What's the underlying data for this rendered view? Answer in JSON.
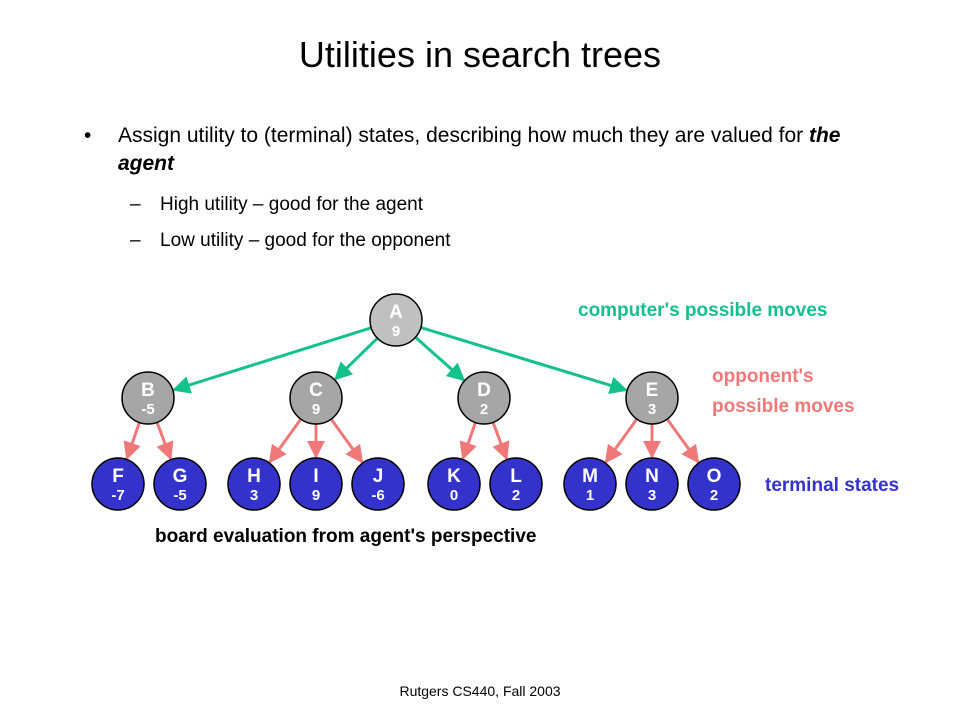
{
  "slide": {
    "title": "Utilities in search trees",
    "bullet_marker": "•",
    "bullet_text": "Assign utility to (terminal) states, describing how much they are valued for ",
    "bullet_emph": "the agent",
    "sub_marker": "–",
    "sub_items": [
      "High utility – good for the agent",
      "Low utility – good for the opponent"
    ],
    "footer": "Rutgers CS440, Fall 2003"
  },
  "tree": {
    "colors": {
      "root_fill": "#c0c0c0",
      "opponent_fill": "#a6a6a6",
      "terminal_fill": "#3333cc",
      "computer_edge": "#14c08c",
      "opponent_edge": "#f07878",
      "computer_label": "#14c08c",
      "opponent_label": "#f07878",
      "terminal_label": "#3333cc"
    },
    "root": {
      "label": "A",
      "value": "9"
    },
    "opponent_nodes": [
      {
        "label": "B",
        "value": "-5"
      },
      {
        "label": "C",
        "value": "9"
      },
      {
        "label": "D",
        "value": "2"
      },
      {
        "label": "E",
        "value": "3"
      }
    ],
    "terminal_nodes": [
      {
        "label": "F",
        "value": "-7",
        "parent": "B"
      },
      {
        "label": "G",
        "value": "-5",
        "parent": "B"
      },
      {
        "label": "H",
        "value": "3",
        "parent": "C"
      },
      {
        "label": "I",
        "value": "9",
        "parent": "C"
      },
      {
        "label": "J",
        "value": "-6",
        "parent": "C"
      },
      {
        "label": "K",
        "value": "0",
        "parent": "D"
      },
      {
        "label": "L",
        "value": "2",
        "parent": "D"
      },
      {
        "label": "M",
        "value": "1",
        "parent": "E"
      },
      {
        "label": "N",
        "value": "3",
        "parent": "E"
      },
      {
        "label": "O",
        "value": "2",
        "parent": "E"
      }
    ],
    "labels": {
      "computer_moves": "computer's possible moves",
      "opponent_moves_line1": "opponent's",
      "opponent_moves_line2": "possible moves",
      "terminal_states": "terminal states",
      "board_evaluation": "board evaluation from agent's perspective"
    }
  }
}
